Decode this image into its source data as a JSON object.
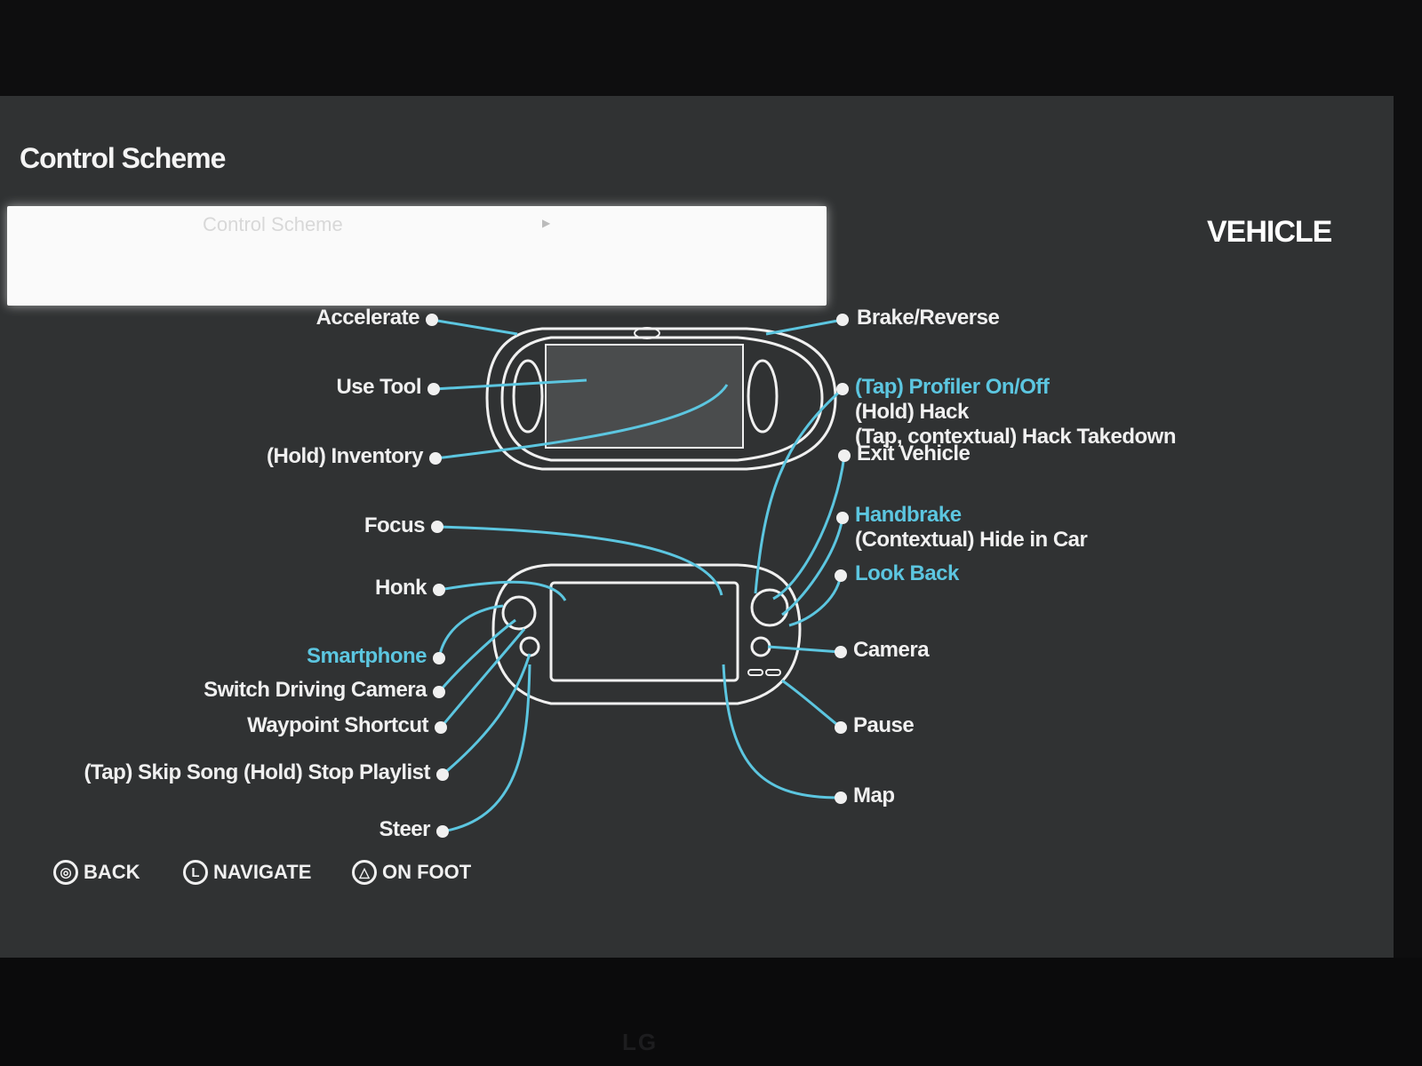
{
  "screen": {
    "title": "Control Scheme",
    "scheme_selector": {
      "label": "Control Scheme",
      "arrow_icon": "arrow-right-icon"
    },
    "mode": "VEHICLE"
  },
  "back_labels": {
    "accelerate": "Accelerate",
    "use_tool": "Use Tool",
    "hold_inventory": "(Hold) Inventory",
    "brake_reverse": "Brake/Reverse"
  },
  "front_labels_left": {
    "focus": "Focus",
    "honk": "Honk",
    "smartphone": "Smartphone",
    "switch_driving_camera": "Switch Driving Camera",
    "waypoint_shortcut": "Waypoint Shortcut",
    "skip_song": "(Tap) Skip Song (Hold) Stop Playlist",
    "steer": "Steer"
  },
  "front_labels_right": {
    "profiler_part1": "(Tap) Profiler On/Off",
    "profiler_part2": " (Hold) Hack",
    "hack_takedown": "(Tap, contextual) Hack Takedown",
    "exit_vehicle": "Exit Vehicle",
    "handbrake": "Handbrake",
    "hide_in_car": "(Contextual) Hide in Car",
    "look_back": "Look Back",
    "camera": "Camera",
    "pause": "Pause",
    "map": "Map"
  },
  "legend": [
    {
      "icon": "circle-button-icon",
      "glyph": "◎",
      "label": "BACK"
    },
    {
      "icon": "left-stick-icon",
      "glyph": "L",
      "label": "NAVIGATE"
    },
    {
      "icon": "triangle-button-icon",
      "glyph": "△",
      "label": "ON FOOT"
    }
  ],
  "tv_brand": "LG",
  "colors": {
    "highlight": "#5cc6e0",
    "line": "#f0f0f0",
    "background": "#303233"
  }
}
